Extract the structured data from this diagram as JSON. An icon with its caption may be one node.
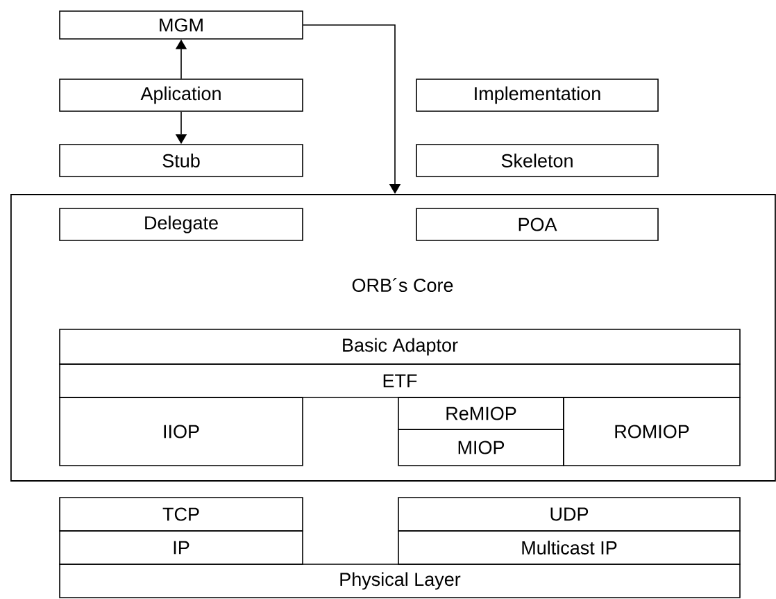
{
  "diagram": {
    "nodes": [
      {
        "text": [
          "MGM"
        ]
      },
      {
        "text": [
          "Aplication"
        ]
      },
      {
        "text": [
          "Stub"
        ]
      },
      {
        "text": [
          "Implementation"
        ]
      },
      {
        "text": [
          "Skeleton"
        ]
      },
      {
        "text": [
          "ORB´s Core"
        ]
      },
      {
        "text": [
          "Delegate"
        ],
        "in": 5
      },
      {
        "text": [
          "POA"
        ],
        "in": 5
      },
      {
        "text": [
          "Basic Adaptor"
        ],
        "in": 5
      },
      {
        "text": [
          "ETF"
        ],
        "in": 5
      },
      {
        "text": [
          "IIOP"
        ],
        "in": 5
      },
      {
        "text": [
          "ReMIOP"
        ],
        "in": 5
      },
      {
        "text": [
          "MIOP"
        ],
        "in": 5
      },
      {
        "text": [
          "ROMIOP"
        ],
        "in": 5
      },
      {
        "text": [
          "TCP"
        ]
      },
      {
        "text": [
          "UDP"
        ]
      },
      {
        "text": [
          "IP"
        ]
      },
      {
        "text": [
          "Multicast IP"
        ]
      },
      {
        "text": [
          "Physical Layer"
        ]
      }
    ],
    "edges": [
      {
        "from": 1,
        "to": 0,
        "arrow": "to"
      },
      {
        "from": 1,
        "to": 2,
        "arrow": "to"
      },
      {
        "from": 0,
        "to": 5,
        "arrow": "to"
      }
    ]
  }
}
